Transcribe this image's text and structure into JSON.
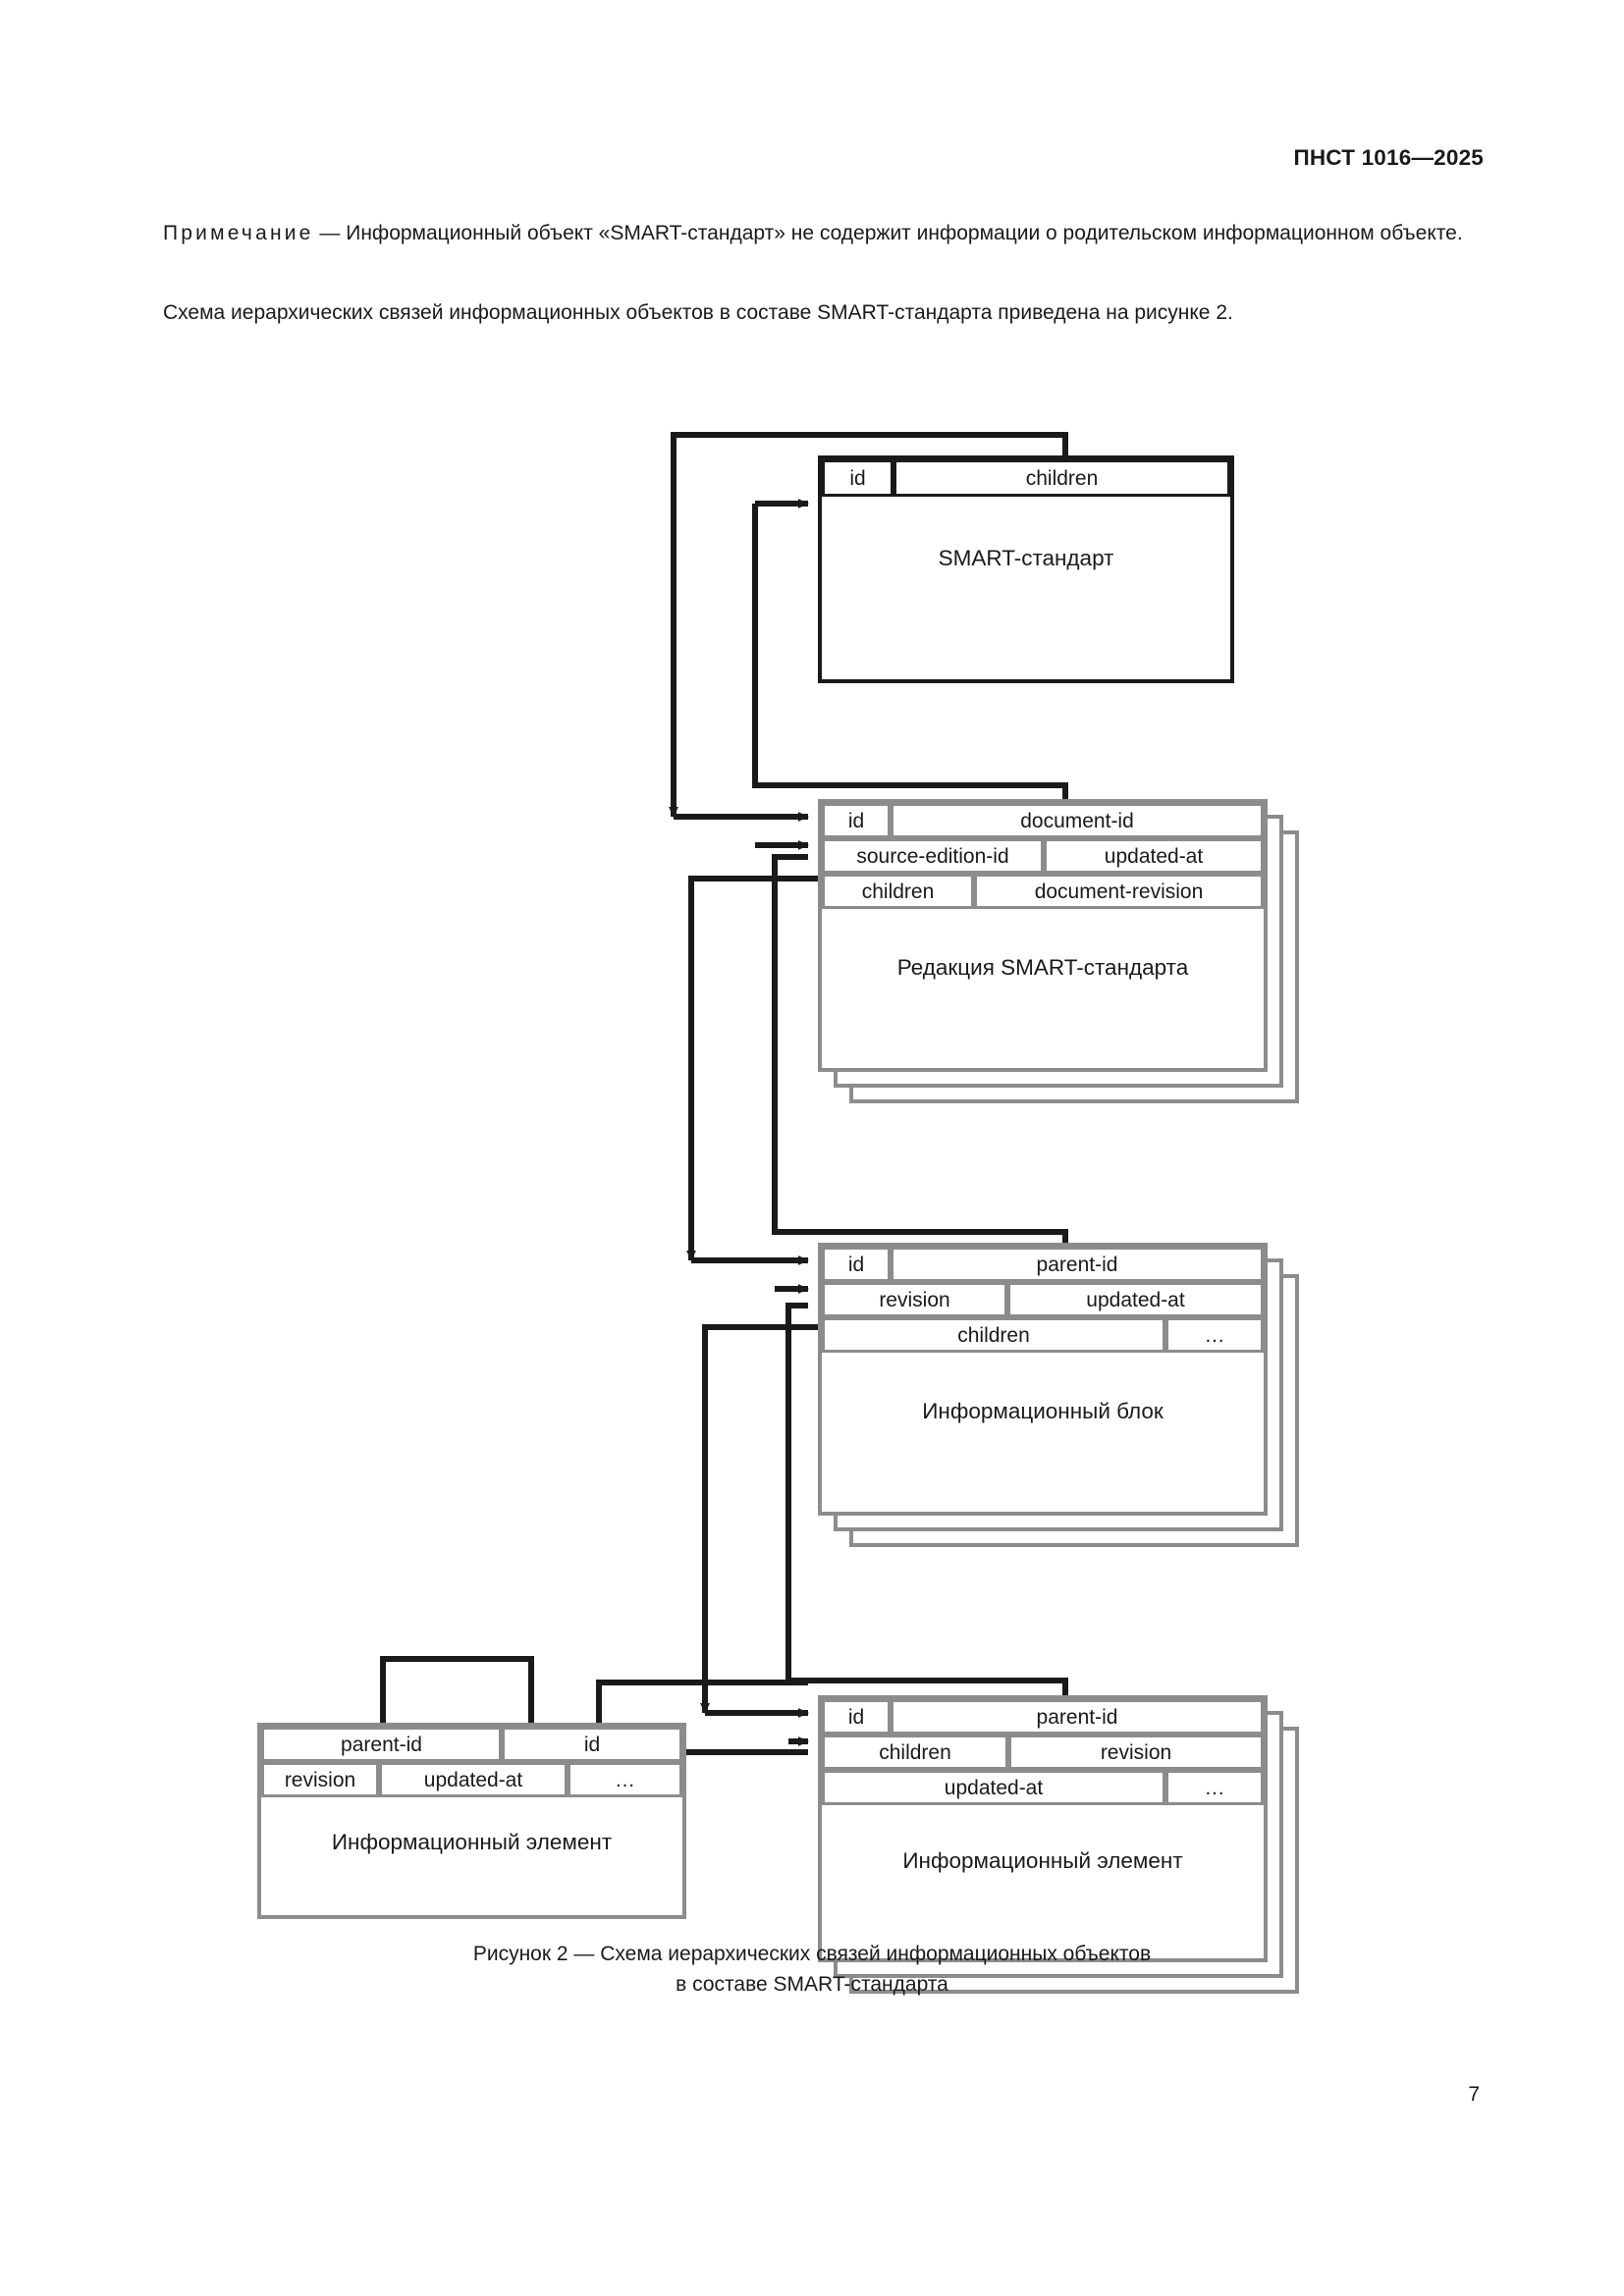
{
  "header": {
    "standard_number": "ПНСТ 1016—2025"
  },
  "body": {
    "note_label": "Примечание",
    "note_text": " — Информационный объект «SMART-стандарт» не содержит информации о родительском информационном объекте.",
    "scheme_text": "Схема иерархических связей информационных объектов в составе SMART-стандарта приведена на рисунке 2."
  },
  "figure": {
    "caption_line1": "Рисунок 2 — Схема иерархических связей информационных объектов",
    "caption_line2": "в составе SMART-стандарта",
    "colors": {
      "primary_entity": "#1a1a1a",
      "secondary_entity": "#8c8c8c",
      "connector": "#1a1a1a",
      "background": "#ffffff"
    },
    "entities": [
      {
        "id": "smart-standard",
        "title": "SMART-стандарт",
        "style": "primary",
        "stacked": false,
        "rows": [
          [
            "id",
            "children"
          ]
        ]
      },
      {
        "id": "smart-standard-revision",
        "title": "Редакция SMART-стандарта",
        "style": "secondary",
        "stacked": true,
        "rows": [
          [
            "id",
            "document-id"
          ],
          [
            "source-edition-id",
            "updated-at"
          ],
          [
            "children",
            "document-revision"
          ]
        ]
      },
      {
        "id": "information-block",
        "title": "Информационный блок",
        "style": "secondary",
        "stacked": true,
        "rows": [
          [
            "id",
            "parent-id"
          ],
          [
            "revision",
            "updated-at"
          ],
          [
            "children",
            "…"
          ]
        ]
      },
      {
        "id": "information-element-right",
        "title": "Информационный элемент",
        "style": "secondary",
        "stacked": true,
        "rows": [
          [
            "id",
            "parent-id"
          ],
          [
            "children",
            "revision"
          ],
          [
            "updated-at",
            "…"
          ]
        ]
      },
      {
        "id": "information-element-left",
        "title": "Информационный элемент",
        "style": "secondary",
        "stacked": false,
        "rows": [
          [
            "parent-id",
            "id"
          ],
          [
            "revision",
            "updated-at",
            "…"
          ]
        ]
      }
    ]
  },
  "folio": {
    "page_number": "7"
  }
}
